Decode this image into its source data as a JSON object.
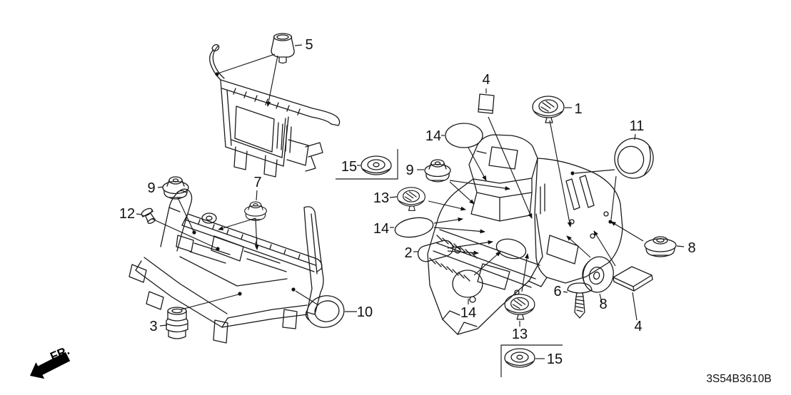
{
  "diagram": {
    "part_code": "3S54B3610B",
    "front_marker": "FR.",
    "colors": {
      "line": "#1a1a1a",
      "background": "#ffffff"
    },
    "callouts": [
      {
        "ref": "5"
      },
      {
        "ref": "9"
      },
      {
        "ref": "7"
      },
      {
        "ref": "12"
      },
      {
        "ref": "3"
      },
      {
        "ref": "10"
      },
      {
        "ref": "4"
      },
      {
        "ref": "1"
      },
      {
        "ref": "11"
      },
      {
        "ref": "14"
      },
      {
        "ref": "15"
      },
      {
        "ref": "9"
      },
      {
        "ref": "13"
      },
      {
        "ref": "14"
      },
      {
        "ref": "2"
      },
      {
        "ref": "14"
      },
      {
        "ref": "6"
      },
      {
        "ref": "8"
      },
      {
        "ref": "4"
      },
      {
        "ref": "13"
      },
      {
        "ref": "15"
      },
      {
        "ref": "8"
      }
    ]
  }
}
